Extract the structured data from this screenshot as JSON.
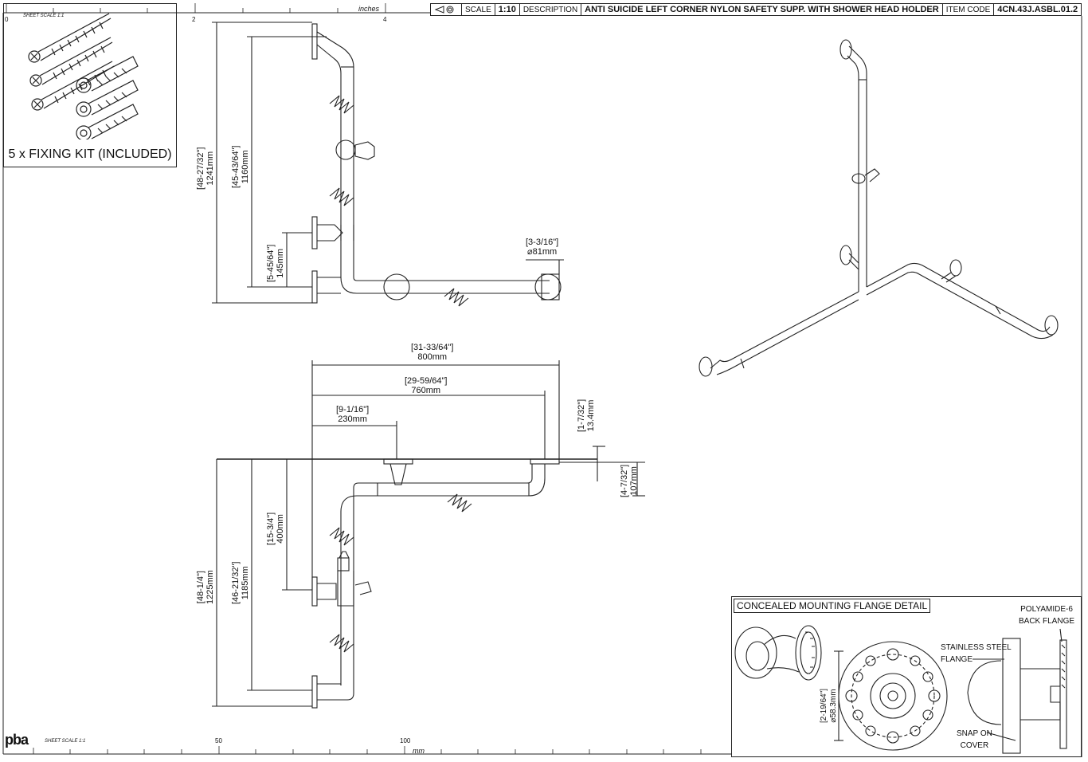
{
  "title_block": {
    "scale_label": "SCALE",
    "scale_value": "1:10",
    "description_label": "DESCRIPTION",
    "description": "ANTI SUICIDE LEFT CORNER NYLON SAFETY SUPP. WITH SHOWER HEAD HOLDER",
    "item_code_label": "ITEM CODE",
    "item_code": "4CN.43J.ASBL.01.2"
  },
  "top_ruler": {
    "unit": "inches",
    "ticks": [
      "0",
      "2",
      "4"
    ]
  },
  "bottom_ruler": {
    "unit": "mm",
    "ticks": [
      "50",
      "100"
    ],
    "sheet_scale": "SHEET SCALE 1:1"
  },
  "logo_text": "pba",
  "fixing_kit": {
    "sheet_scale": "SHEET SCALE 1:1",
    "caption": "5 x FIXING KIT (INCLUDED)"
  },
  "front_view": {
    "dim_total_h": [
      "[48-27/32\"]",
      "1241mm"
    ],
    "dim_bar_h": [
      "[45-43/64\"]",
      "1160mm"
    ],
    "dim_low": [
      "[5-45/64\"]",
      "145mm"
    ],
    "dim_dia": [
      "[3-3/16\"]",
      "⌀81mm"
    ]
  },
  "plan_view": {
    "dim_800": [
      "[31-33/64\"]",
      "800mm"
    ],
    "dim_760": [
      "[29-59/64\"]",
      "760mm"
    ],
    "dim_230": [
      "[9-1/16\"]",
      "230mm"
    ],
    "dim_34": [
      "[1-7/32\"]",
      "13.4mm"
    ],
    "dim_107": [
      "[4-7/32\"]",
      "107mm"
    ],
    "dim_1225": [
      "[48-1/4\"]",
      "1225mm"
    ],
    "dim_1185": [
      "[46-21/32\"]",
      "1185mm"
    ],
    "dim_400": [
      "[15-3/4\"]",
      "400mm"
    ]
  },
  "flange_detail": {
    "title": "CONCEALED MOUNTING FLANGE DETAIL",
    "back_flange": [
      "POLYAMIDE-6",
      "BACK FLANGE"
    ],
    "steel_flange": [
      "STAINLESS STEEL",
      "FLANGE"
    ],
    "snap_cover": [
      "SNAP ON",
      "COVER"
    ],
    "dim_flange": [
      "[2-19/64\"]",
      "⌀58.3mm"
    ]
  }
}
